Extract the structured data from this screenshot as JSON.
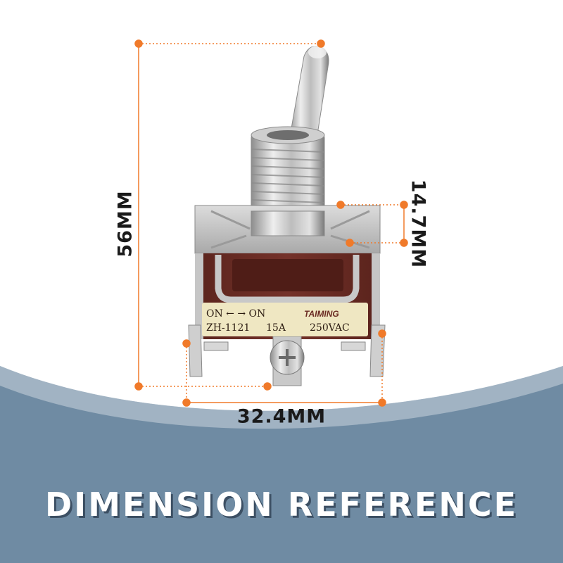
{
  "dimensions": {
    "height": "56MM",
    "depth": "14.7MM",
    "width": "32.4MM"
  },
  "banner": {
    "title": "DIMENSION REFERENCE"
  },
  "product_label": {
    "positions": "ON ← → ON",
    "brand": "TAIMING",
    "model": "ZH-1121",
    "current": "15A",
    "voltage": "250VAC"
  },
  "colors": {
    "marker": "#f07a2a",
    "banner_bg": "#6f8ba3",
    "body": "#6a2a22",
    "label_bg": "#efe7c2"
  }
}
